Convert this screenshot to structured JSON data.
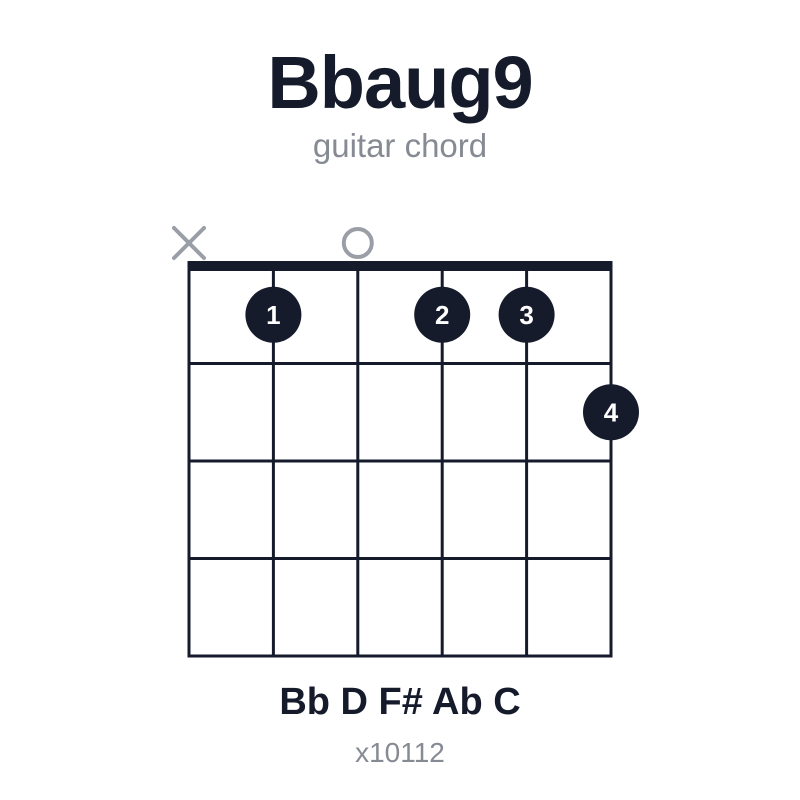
{
  "chord": {
    "name": "Bbaug9",
    "subtitle": "guitar chord",
    "notes": "Bb D F# Ab C",
    "tab": "x10112"
  },
  "fretboard": {
    "strings": 6,
    "frets_shown": 4,
    "string_markers": [
      {
        "string": 1,
        "type": "muted",
        "name": "muted-string-icon"
      },
      {
        "string": 3,
        "type": "open",
        "name": "open-string-icon"
      }
    ],
    "fingers": [
      {
        "string": 2,
        "fret": 1,
        "finger": "1"
      },
      {
        "string": 4,
        "fret": 1,
        "finger": "2"
      },
      {
        "string": 5,
        "fret": 1,
        "finger": "3"
      },
      {
        "string": 6,
        "fret": 2,
        "finger": "4"
      }
    ]
  },
  "colors": {
    "ink": "#151b2b",
    "muted_text": "#868a93",
    "marker": "#9a9ea6",
    "dot_text": "#ffffff"
  }
}
